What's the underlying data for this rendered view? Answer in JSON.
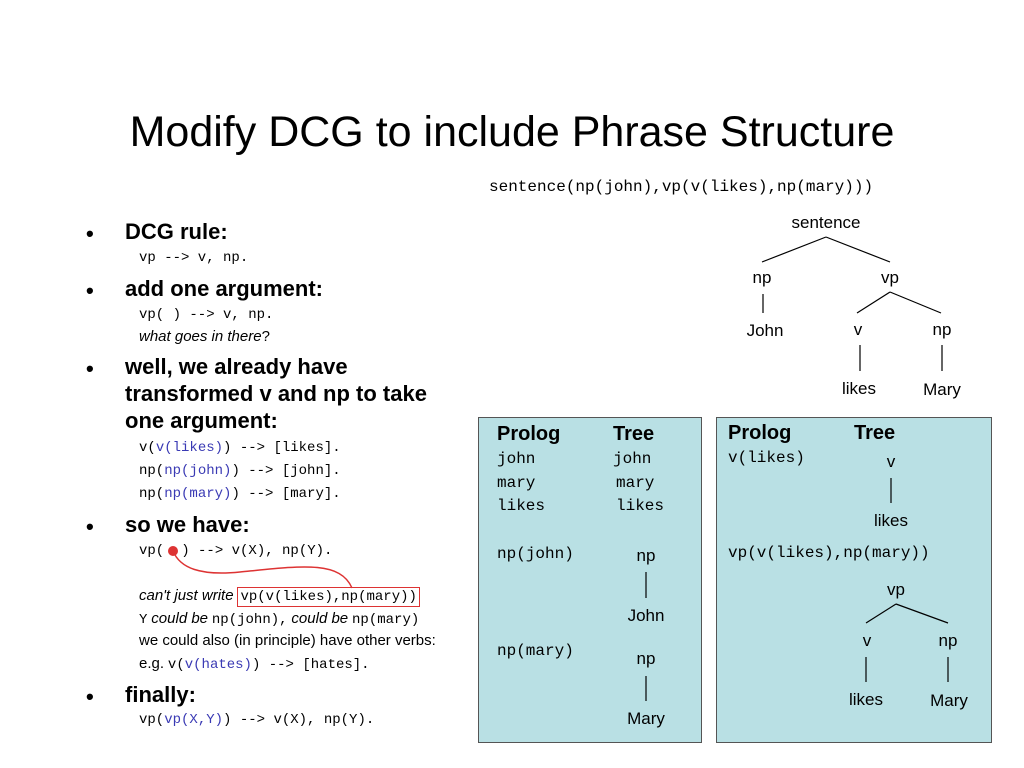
{
  "title": "Modify DCG to include Phrase Structure",
  "sentence_term": "sentence(np(john),vp(v(likes),np(mary)))",
  "tree_top": {
    "sentence": "sentence",
    "np": "np",
    "vp": "vp",
    "john": "John",
    "v": "v",
    "np2": "np",
    "likes": "likes",
    "mary": "Mary"
  },
  "bullets": {
    "b1": "DCG rule:",
    "b1_code": "vp --> v, np.",
    "b2": "add one argument:",
    "b2_code": "vp( ) --> v, np.",
    "b2_q": "what goes in there",
    "b2_qmark": "?",
    "b3_l1": "well, we already have",
    "b3_l2": "transformed v and np to take",
    "b3_l3": "one argument:",
    "b3_c1_a": "v(",
    "b3_c1_b": "v(likes)",
    "b3_c1_c": ") --> [likes].",
    "b3_c2_a": "np(",
    "b3_c2_b": "np(john)",
    "b3_c2_c": ") --> [john].",
    "b3_c3_a": "np(",
    "b3_c3_b": "np(mary)",
    "b3_c3_c": ") --> [mary].",
    "b4": "so we have:",
    "b4_code_a": "vp(",
    "b4_code_b": ") --> v(X), np(Y).",
    "cant_text": "can't just write",
    "cant_code": "vp(v(likes),np(mary))",
    "y_var": "Y",
    "could_be": "could be",
    "y_code1": "np(john),",
    "could_be2": "could be",
    "y_code2": "np(mary)",
    "also_text": "we could also (in principle) have other verbs:",
    "eg_text": "e.g.",
    "eg_a": "v(",
    "eg_b": "v(hates)",
    "eg_c": ") --> [hates].",
    "b5": "finally:",
    "b5_a": "vp(",
    "b5_b": "vp(X,Y)",
    "b5_c": ") --> v(X), np(Y)."
  },
  "panel1": {
    "h_prolog": "Prolog",
    "h_tree": "Tree",
    "r1_p": "john",
    "r1_t": "john",
    "r2_p": "mary",
    "r2_t": "mary",
    "r3_p": "likes",
    "r3_t": "likes",
    "r4_p": "np(john)",
    "r4_np": "np",
    "r4_leaf": "John",
    "r5_p": "np(mary)",
    "r5_np": "np",
    "r5_leaf": "Mary"
  },
  "panel2": {
    "h_prolog": "Prolog",
    "h_tree": "Tree",
    "v_term": "v(likes)",
    "v_node": "v",
    "v_leaf": "likes",
    "vp_term": "vp(v(likes),np(mary))",
    "vp_node": "vp",
    "v2": "v",
    "np2": "np",
    "likes2": "likes",
    "mary2": "Mary"
  },
  "colors": {
    "panel_bg": "#b9e0e4",
    "blue_code": "#3a3ab4",
    "annotation_red": "#dd3333"
  }
}
